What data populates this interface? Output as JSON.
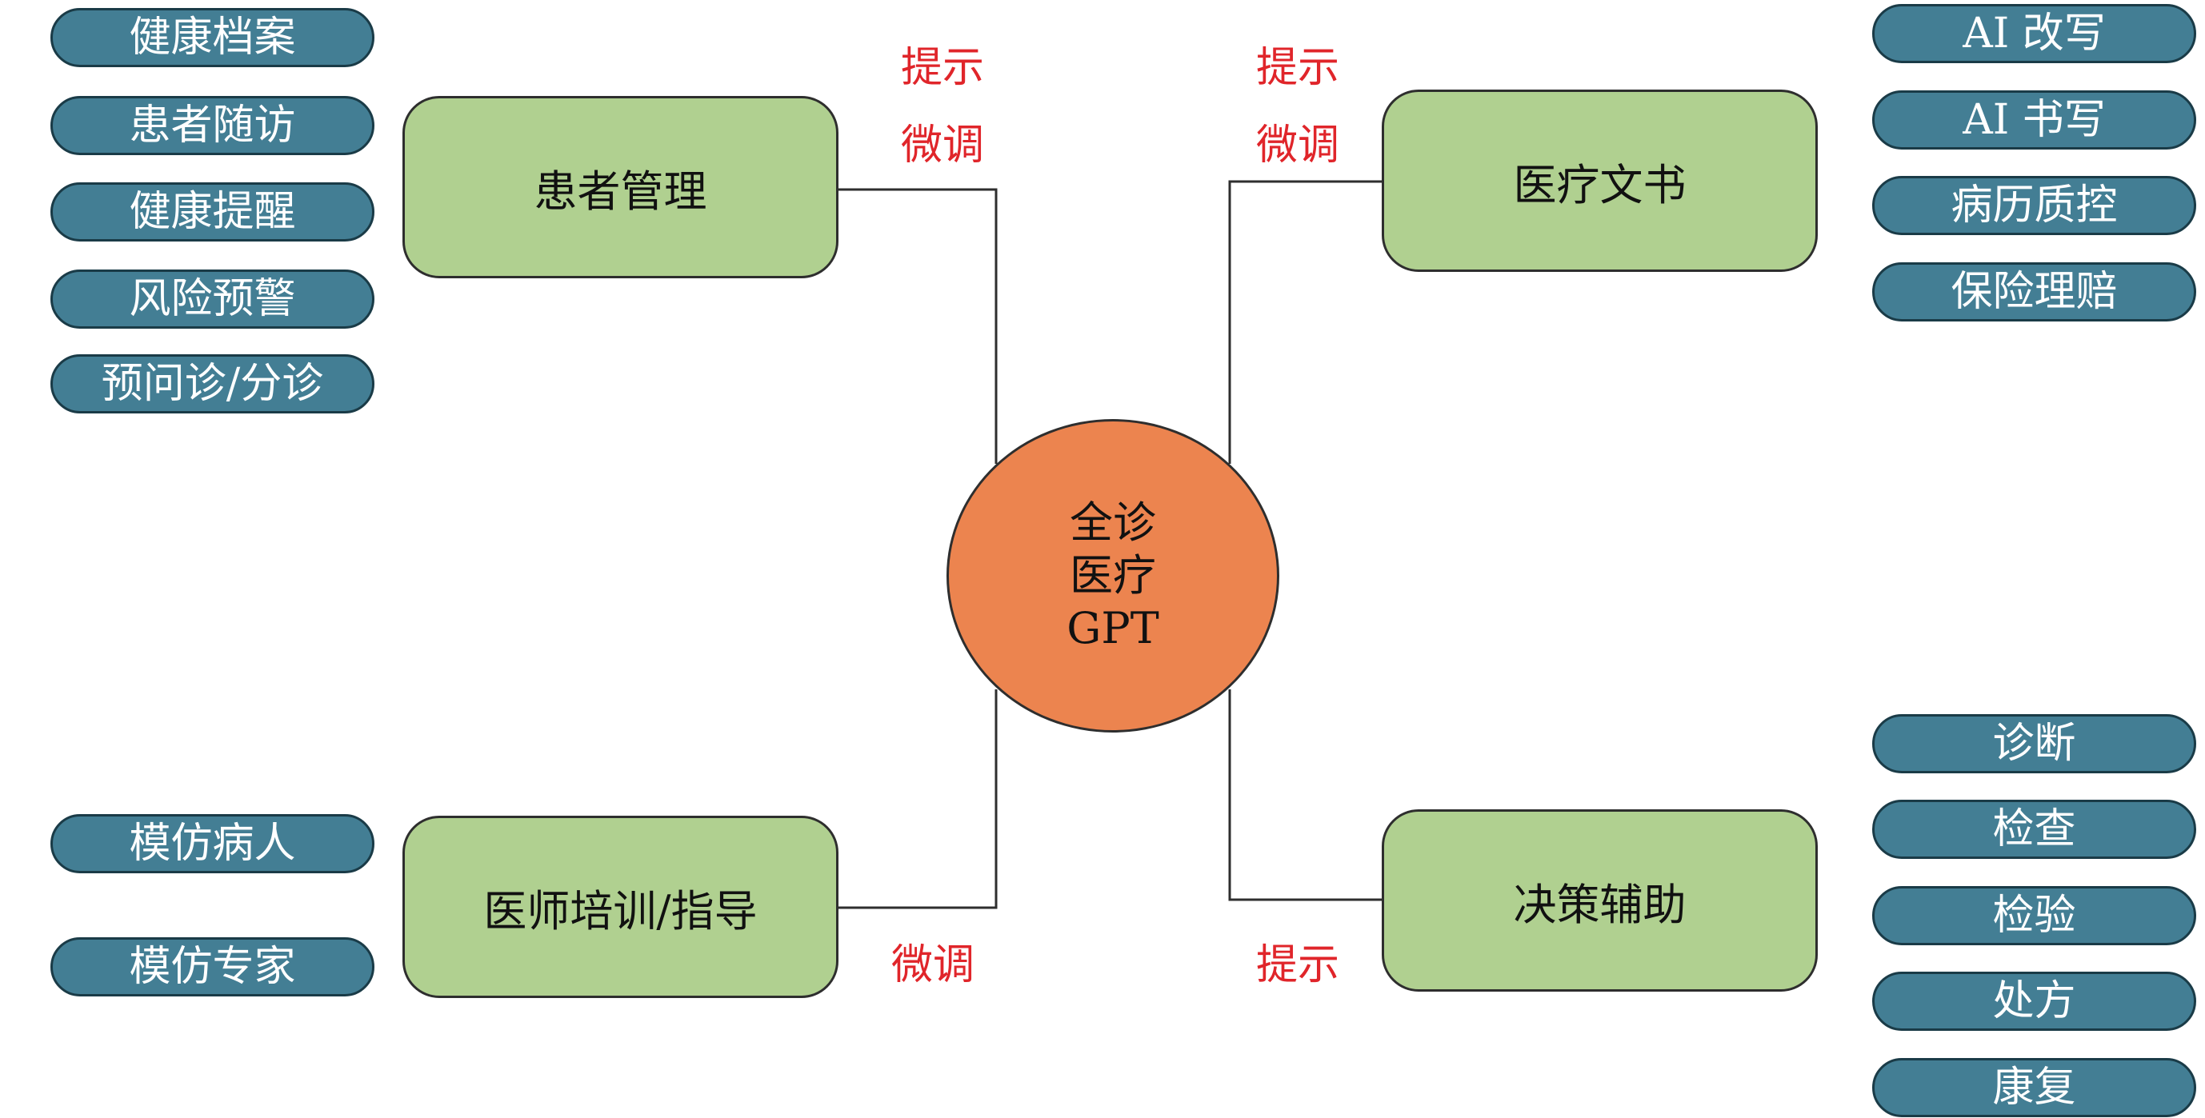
{
  "hub": {
    "lines": [
      "全诊",
      "医疗",
      "GPT"
    ],
    "color": "#ec844f"
  },
  "nodes": {
    "patient_mgmt": "患者管理",
    "medical_docs": "医疗文书",
    "doctor_training": "医师培训/指导",
    "decision_support": "决策辅助",
    "color": "#b0d090"
  },
  "patient_mgmt_items": [
    "健康档案",
    "患者随访",
    "健康提醒",
    "风险预警",
    "预问诊/分诊"
  ],
  "medical_docs_items": [
    "AI 改写",
    "AI 书写",
    "病历质控",
    "保险理赔"
  ],
  "doctor_training_items": [
    "模仿病人",
    "模仿专家"
  ],
  "decision_support_items": [
    "诊断",
    "检查",
    "检验",
    "处方",
    "康复"
  ],
  "method_labels": {
    "tl_prompt": "提示",
    "tl_finetune": "微调",
    "tr_prompt": "提示",
    "tr_finetune": "微调",
    "bl_finetune": "微调",
    "br_prompt": "提示"
  },
  "colors": {
    "pill": "#437e94",
    "label": "#e0252a"
  }
}
